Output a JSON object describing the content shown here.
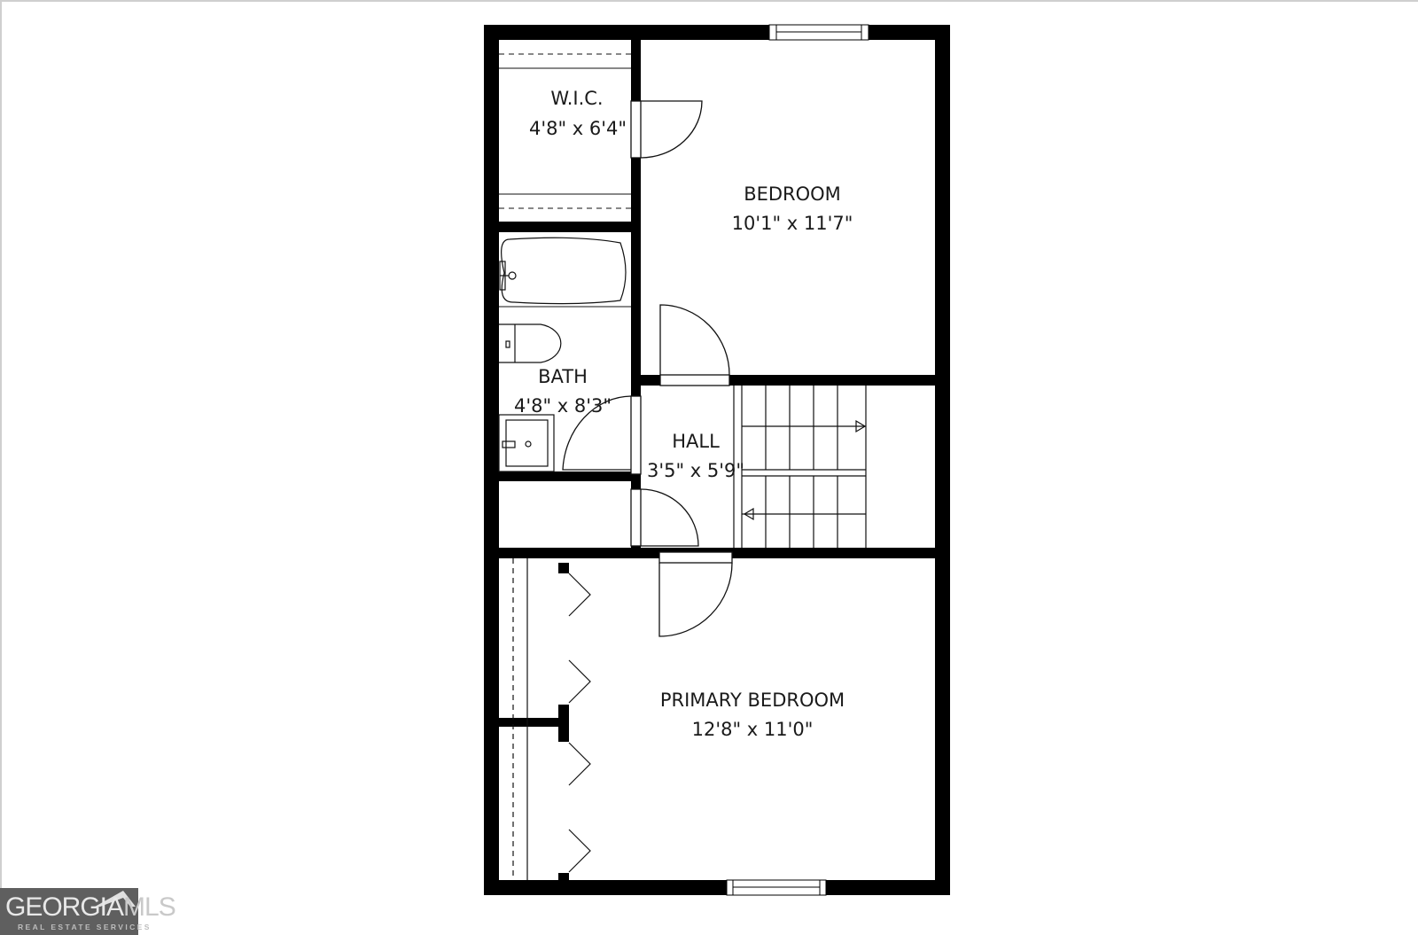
{
  "floorplan": {
    "rooms": [
      {
        "id": "wic",
        "name": "W.I.C.",
        "dimensions": "4'8\" x 6'4\""
      },
      {
        "id": "bedroom",
        "name": "BEDROOM",
        "dimensions": "10'1\" x 11'7\""
      },
      {
        "id": "bath",
        "name": "BATH",
        "dimensions": "4'8\" x 8'3\""
      },
      {
        "id": "hall",
        "name": "HALL",
        "dimensions": "3'5\" x 5'9\""
      },
      {
        "id": "primary",
        "name": "PRIMARY BEDROOM",
        "dimensions": "12'8\" x 11'0\""
      }
    ],
    "colors": {
      "wall": "#000000",
      "background": "#ffffff",
      "line": "#111111"
    }
  },
  "logo": {
    "brand_primary": "GEORGIA",
    "brand_secondary": "MLS",
    "tagline": "REAL ESTATE SERVICES",
    "background": "#5f5f5f"
  }
}
